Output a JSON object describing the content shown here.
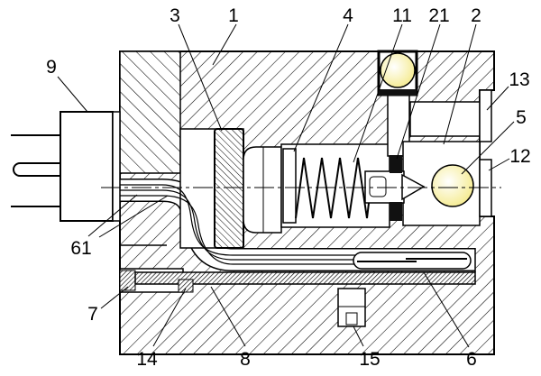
{
  "callouts": [
    "9",
    "3",
    "1",
    "4",
    "11",
    "21",
    "2",
    "13",
    "5",
    "12",
    "61",
    "7",
    "14",
    "8",
    "15",
    "6"
  ],
  "colors": {
    "ball": "#f5eb8f",
    "line": "#000000"
  }
}
